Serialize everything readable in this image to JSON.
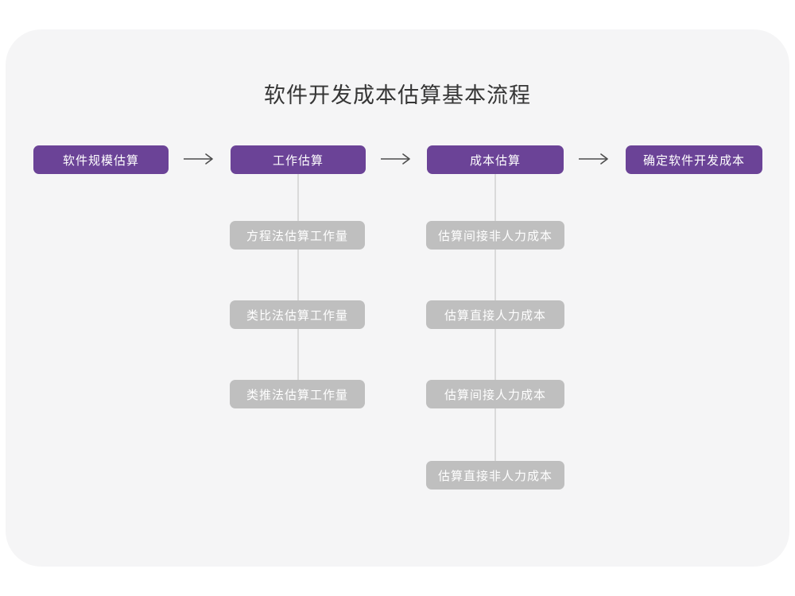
{
  "page": {
    "title": "软件开发成本估算基本流程"
  },
  "colors": {
    "primary": "#6b4397",
    "secondary": "#bfbfbf",
    "card_bg": "#f5f5f6",
    "connector": "#dadada",
    "arrow": "#4d4d4d"
  },
  "icons": {
    "arrow_right": "flow-arrow-right-icon"
  },
  "flow": {
    "main_steps": [
      {
        "label": "软件规模估算"
      },
      {
        "label": "工作估算"
      },
      {
        "label": "成本估算"
      },
      {
        "label": "确定软件开发成本"
      }
    ],
    "work_estimation_methods": [
      {
        "label": "方程法估算工作量"
      },
      {
        "label": "类比法估算工作量"
      },
      {
        "label": "类推法估算工作量"
      }
    ],
    "cost_estimation_methods": [
      {
        "label": "估算间接非人力成本"
      },
      {
        "label": "估算直接人力成本"
      },
      {
        "label": "估算间接人力成本"
      },
      {
        "label": "估算直接非人力成本"
      }
    ]
  }
}
